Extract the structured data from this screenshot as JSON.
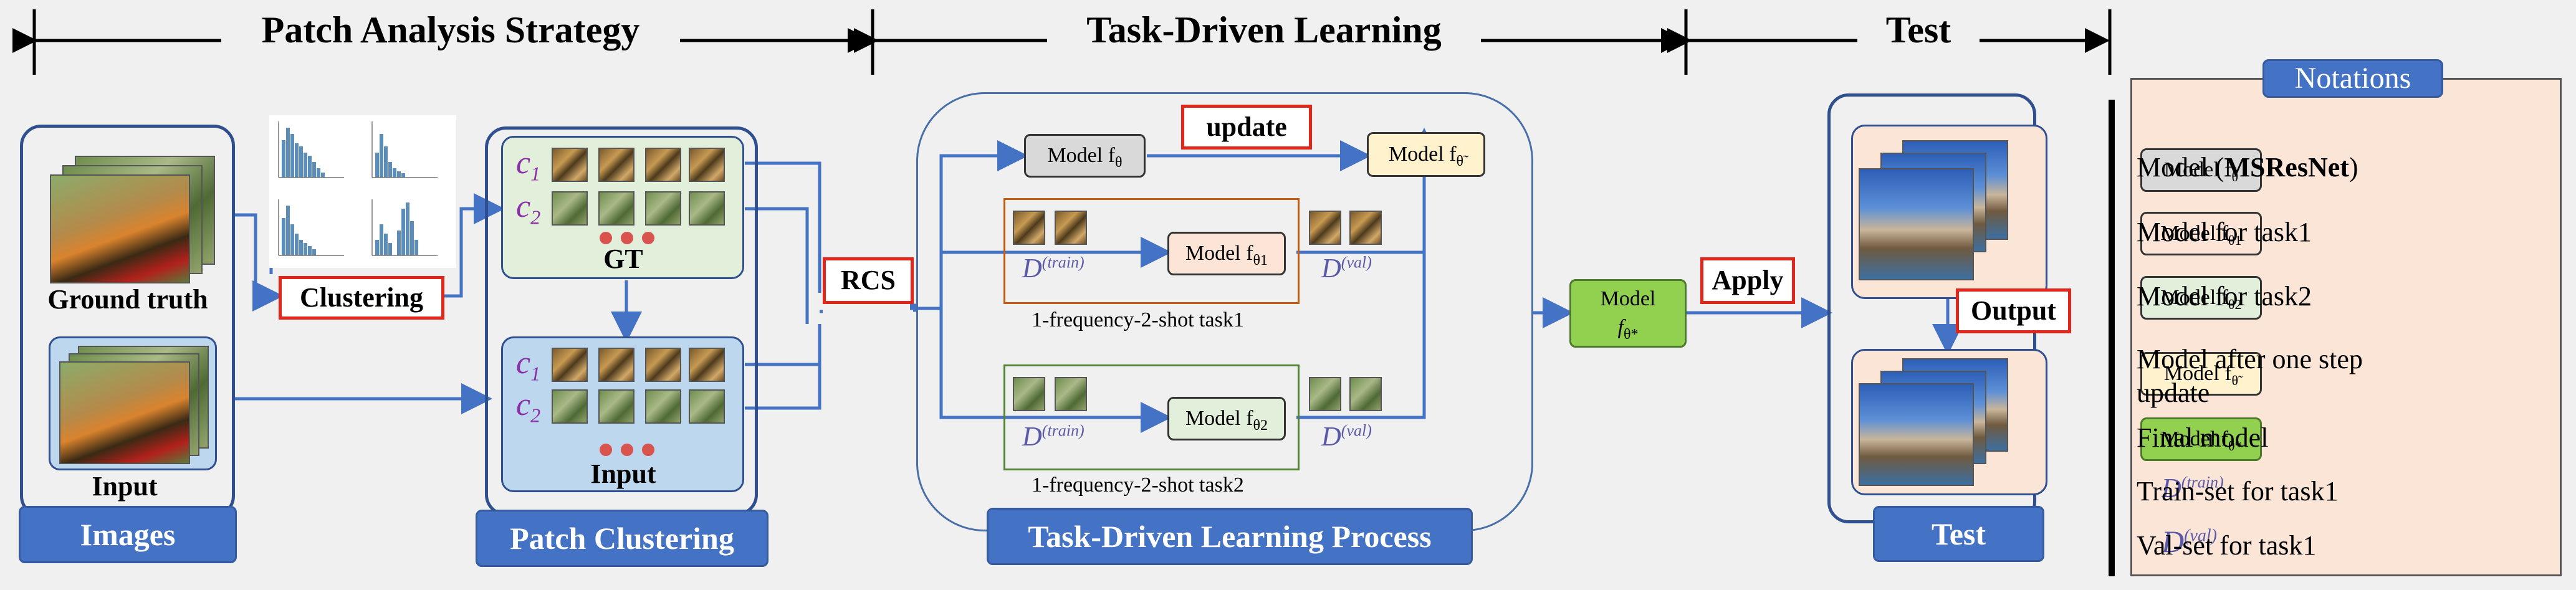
{
  "headers": {
    "patch_analysis": "Patch Analysis Strategy",
    "task_driven": "Task-Driven Learning",
    "test": "Test"
  },
  "images_panel": {
    "ground_truth_label": "Ground truth",
    "input_label": "Input",
    "bar_label": "Images"
  },
  "clustering_box": "Clustering",
  "patch_clustering": {
    "c1": "c",
    "c1_sub": "1",
    "c2": "c",
    "c2_sub": "2",
    "gt_label": "GT",
    "input_label": "Input",
    "bar_label": "Patch Clustering"
  },
  "rcs_box": "RCS",
  "learning": {
    "update_box": "update",
    "model_theta": "Model f",
    "model_theta_sub": "θ",
    "model_theta_tilde": "Model f",
    "model_theta_tilde_sub": "θ̃",
    "model_theta1": "Model f",
    "model_theta1_sub": "θ1",
    "model_theta2": "Model f",
    "model_theta2_sub": "θ2",
    "d_train": "D",
    "d_train_sup": "(train)",
    "d_val": "D",
    "d_val_sup": "(val)",
    "task1_caption": "1-frequency-2-shot task1",
    "task2_caption": "1-frequency-2-shot task2",
    "bar_label": "Task-Driven Learning Process"
  },
  "final_model": {
    "line1": "Model",
    "line2": "f",
    "line2_sub": "θ*"
  },
  "apply_box": "Apply",
  "test_panel": {
    "output_box": "Output",
    "bar_label": "Test"
  },
  "notations": {
    "title": "Notations",
    "rows": [
      {
        "symbol": "Model f",
        "symbol_sub": "θ",
        "text_pre": "Model (",
        "text_bold": "MSResNet",
        "text_post": ")"
      },
      {
        "symbol": "Model f",
        "symbol_sub": "θ1",
        "text_pre": "Model for task1",
        "text_bold": "",
        "text_post": ""
      },
      {
        "symbol": "Model f",
        "symbol_sub": "θ2",
        "text_pre": "Model for task2",
        "text_bold": "",
        "text_post": ""
      },
      {
        "symbol": "Model f",
        "symbol_sub": "θ̃",
        "text_pre": "Model after one step",
        "text_bold": "",
        "text_post": ""
      },
      {
        "symbol": "Model f",
        "symbol_sub": "θ*",
        "text_pre": "Final model",
        "text_bold": "",
        "text_post": ""
      },
      {
        "symbol": "D",
        "symbol_sub": "(train)",
        "text_pre": "Train-set for task1",
        "text_bold": "",
        "text_post": ""
      },
      {
        "symbol": "D",
        "symbol_sub": "(val)",
        "text_pre": "Val-set for task1",
        "text_bold": "",
        "text_post": ""
      }
    ],
    "row4_line2": "update"
  },
  "colors": {
    "blue_arrow": "#4472c4",
    "red_box": "#e1261c",
    "panel_border": "#2f4f8f",
    "bar_fill": "#4472c4",
    "final_green": "#92d050",
    "notation_bg": "#fbe5d6"
  }
}
